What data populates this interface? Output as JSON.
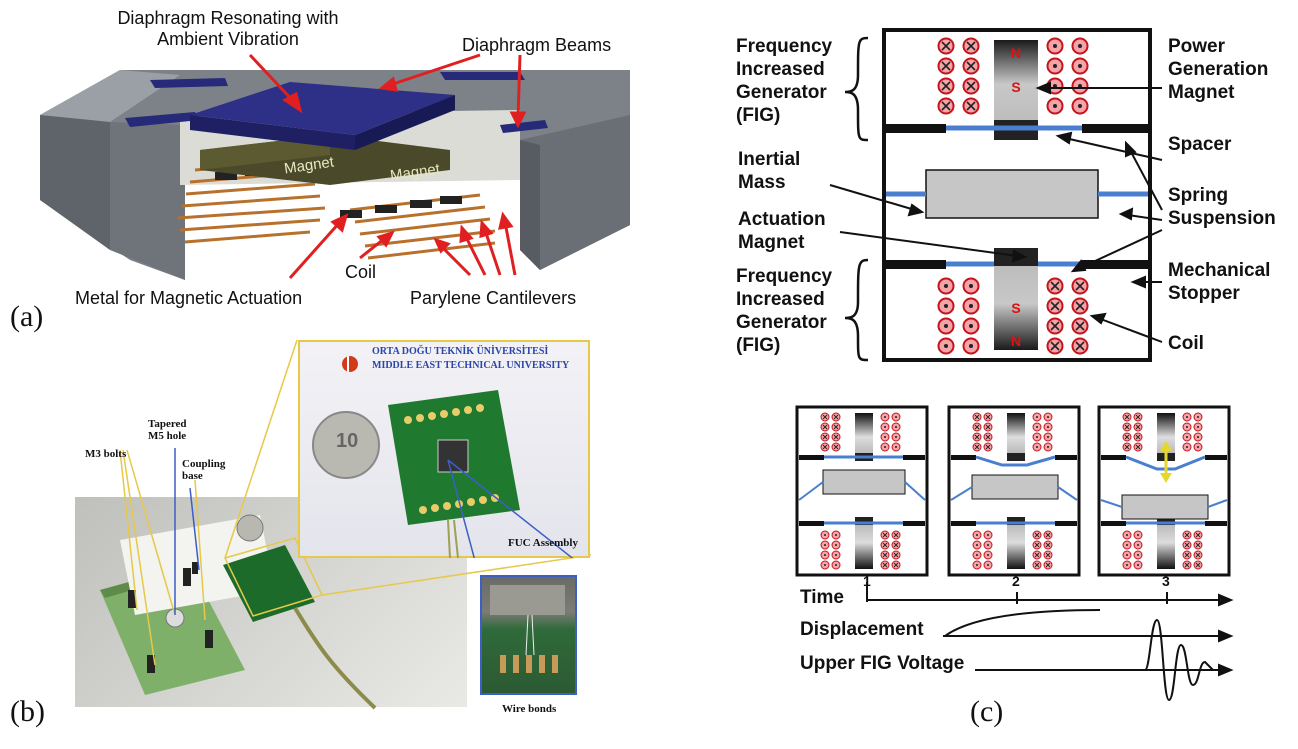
{
  "panel_a": {
    "tag": "(a)",
    "labels": {
      "diaphragm_resonating": "Diaphragm Resonating with Ambient Vibration",
      "diaphragm_beams": "Diaphragm Beams",
      "magnet_left": "Magnet",
      "magnet_right": "Magnet",
      "coil": "Coil",
      "metal_actuation": "Metal for Magnetic Actuation",
      "parylene_cantilevers": "Parylene Cantilevers"
    }
  },
  "panel_b": {
    "tag": "(b)",
    "labels": {
      "tapered_hole": "Tapered M5 hole",
      "m3_bolts": "M3 bolts",
      "coupling_base": "Coupling base",
      "university_tr": "ORTA DOĞU TEKNİK ÜNİVERSİTESİ",
      "university_en": "MIDDLE EAST TECHNICAL UNIVERSITY",
      "fuc_assembly": "FUC Assembly",
      "wire_bonds": "Wire bonds",
      "coin_value": "10"
    }
  },
  "panel_c": {
    "tag": "(c)",
    "labels": {
      "fig_top": "Frequency Increased Generator (FIG)",
      "fig_bottom": "Frequency Increased Generator (FIG)",
      "inertial_mass": "Inertial Mass",
      "actuation_magnet": "Actuation Magnet",
      "power_magnet": "Power Generation Magnet",
      "spacer": "Spacer",
      "spring_suspension": "Spring Suspension",
      "mechanical_stopper": "Mechanical Stopper",
      "coil": "Coil",
      "pole_n": "N",
      "pole_s": "S"
    },
    "timeline": {
      "time": "Time",
      "displacement": "Displacement",
      "voltage": "Upper FIG Voltage",
      "steps": [
        "1",
        "2",
        "3"
      ]
    }
  },
  "colors": {
    "diaphragm": "#2e2f86",
    "frame": "#6b7077",
    "coil_copper": "#b8712c",
    "pcb_green": "#2e8b3a",
    "coil_dot_fill": "#f4a4a8",
    "coil_dot_ring": "#c4141c",
    "spring_blue": "#4a7fd0",
    "mass_gray": "#c6c6c6",
    "pole_red": "#e01010",
    "arrow_red": "#e02020"
  }
}
